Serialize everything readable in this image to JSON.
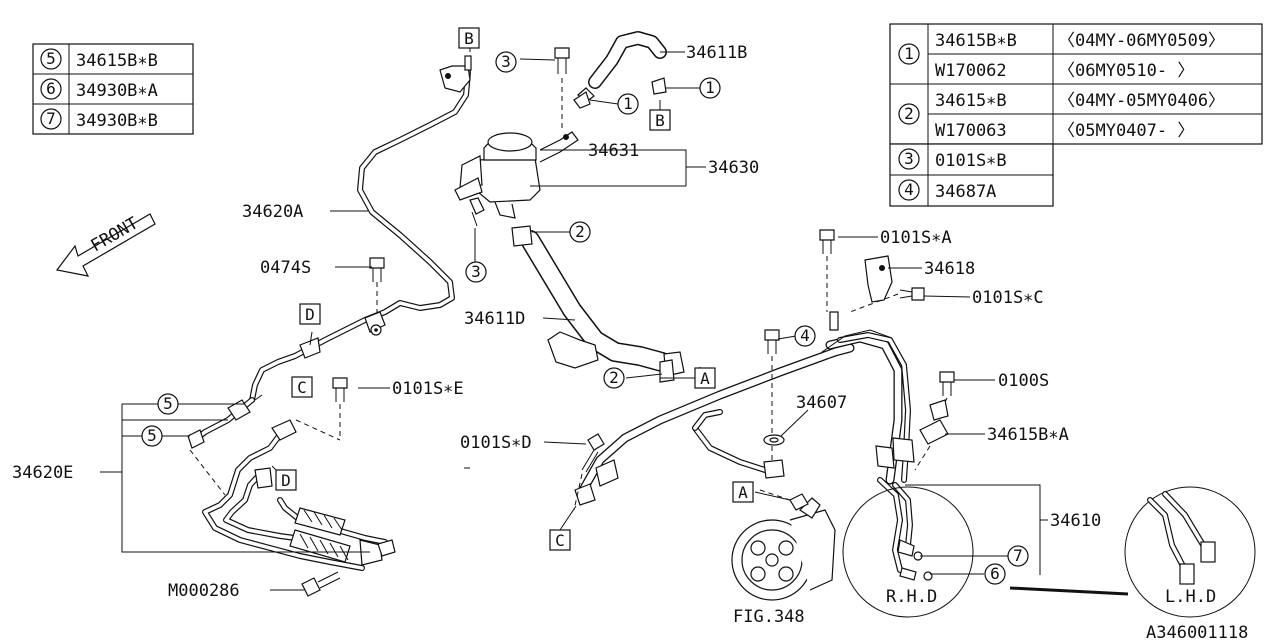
{
  "diagram_id": "A346001118",
  "legend_left": {
    "rows": [
      {
        "key": "5",
        "part": "34615B∗B"
      },
      {
        "key": "6",
        "part": "34930B∗A"
      },
      {
        "key": "7",
        "part": "34930B∗B"
      }
    ]
  },
  "legend_right": {
    "rows": [
      {
        "key": "1",
        "part": "34615B∗B",
        "note": "〈04MY-06MY0509〉"
      },
      {
        "key": "",
        "part": "W170062",
        "note": "〈06MY0510-      〉"
      },
      {
        "key": "2",
        "part": "34615∗B",
        "note": "〈04MY-05MY0406〉"
      },
      {
        "key": "",
        "part": "W170063",
        "note": "〈05MY0407-      〉"
      },
      {
        "key": "3",
        "part": "0101S∗B",
        "note": ""
      },
      {
        "key": "4",
        "part": "34687A",
        "note": ""
      }
    ]
  },
  "part_labels": {
    "p34611B": "34611B",
    "p34631": "34631",
    "p34630": "34630",
    "p34620A": "34620A",
    "p0474S": "0474S",
    "p34611D": "34611D",
    "p0101SE": "0101S∗E",
    "p34620E": "34620E",
    "pM000286": "M000286",
    "p0101SA": "0101S∗A",
    "p34618": "34618",
    "p0101SC": "0101S∗C",
    "p34607": "34607",
    "p0101SD": "0101S∗D",
    "p0100S": "0100S",
    "p34615BA": "34615B∗A",
    "p34610": "34610",
    "fig": "FIG.348",
    "rhd": "R.H.D",
    "lhd": "L.H.D",
    "front": "FRONT"
  },
  "callout_numbers": {
    "n1": "1",
    "n2": "2",
    "n3": "3",
    "n4": "4",
    "n5": "5",
    "n6": "6",
    "n7": "7"
  },
  "reference_letters": {
    "A": "A",
    "B": "B",
    "C": "C",
    "D": "D"
  }
}
